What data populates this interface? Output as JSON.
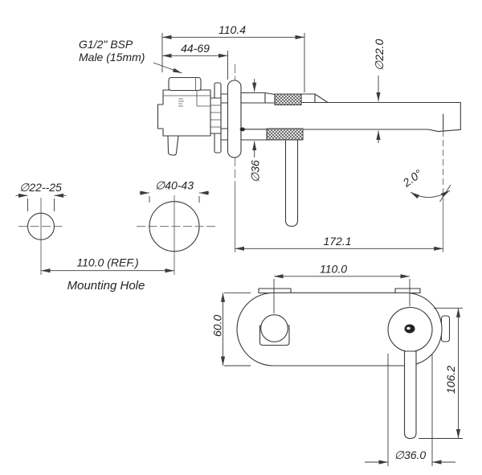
{
  "drawing": {
    "note_g12_line1": "G1/2\" BSP",
    "note_g12_line2": "Male (15mm)",
    "side": {
      "total_reach": "110.4",
      "wall_depth_range": "44-69",
      "spout_diameter": "∅22.0",
      "trim_diameter": "∅36",
      "spout_length": "172.1",
      "spout_angle": "2.0°"
    },
    "holes": {
      "small_hole": "∅22--25",
      "large_hole": "∅40-43",
      "spacing": "110.0 (REF.)",
      "caption": "Mounting Hole"
    },
    "front": {
      "centre_distance": "110.0",
      "plate_height": "60.0",
      "lever_drop": "106.2",
      "handle_diameter": "∅36.0"
    },
    "colors": {
      "line": "#3a3a3a",
      "text": "#222222",
      "background": "#ffffff"
    }
  }
}
